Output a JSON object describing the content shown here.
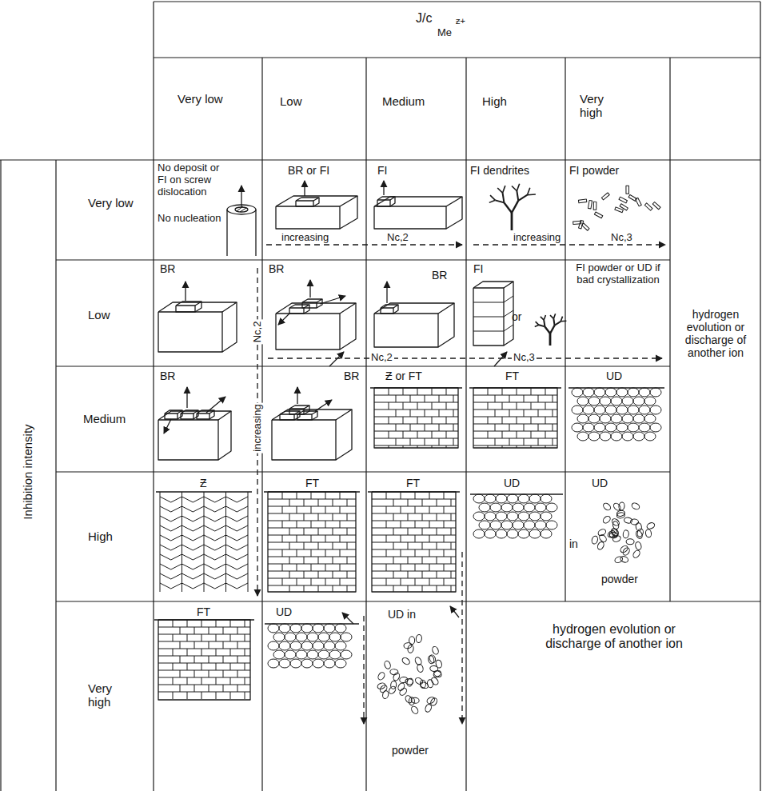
{
  "diagram": {
    "labels": [
      "J/c",
      "Me",
      "ƶ+",
      "Very low",
      "Low",
      "Medium",
      "High",
      "Very high",
      "Inhibition intensity",
      "Very low",
      "Low",
      "Medium",
      "High",
      "Very high",
      "No deposit or FI on screw dislocation",
      "No nucleation",
      "BR or FI",
      "increasing",
      "Nc,2",
      "FI",
      "FI dendrites",
      "increasing",
      "Nc,3",
      "FI powder",
      "BR",
      "Nc,2",
      "BR",
      "BR",
      "Nc,2",
      "FI",
      "or",
      "Nc,3",
      "FI powder or UD if bad crystallization",
      "hydrogen evolution or discharge of another ion",
      "BR",
      "increasing",
      "BR",
      "Ƶ or FT",
      "FT",
      "UD",
      "Ƶ",
      "FT",
      "FT",
      "UD",
      "UD",
      "in",
      "powder",
      "FT",
      "UD",
      "UD in",
      "powder",
      "hydrogen evolution or discharge of another ion"
    ]
  }
}
